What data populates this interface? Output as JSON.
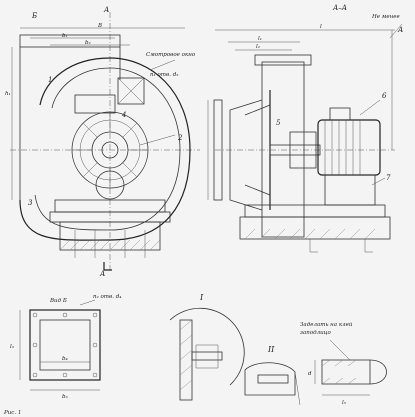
{
  "labels": {
    "section_e": "Б",
    "dim_a_top": "А",
    "dim_b_top": "В",
    "dim_b1": "b₁",
    "dim_b2": "b₂",
    "callout_window": "Смотровое окно",
    "callout_holes": "n₁ отв. d₃",
    "dim_h1": "h₁",
    "num_1": "1",
    "num_2": "2",
    "num_3": "3",
    "num_4": "4",
    "num_5": "5",
    "num_6": "6",
    "num_7": "7",
    "section_aa": "А–А",
    "rotated_label": "Не менее",
    "dim_a_right": "А",
    "dim_l1": "l₁",
    "dim_l2": "l₂",
    "dim_l": "l",
    "view_b": "Вид Б",
    "holes_b": "n₂ отв. d₄",
    "dim_l3": "l₃",
    "dim_b3": "b₃",
    "dim_b4": "b₄",
    "detail_i": "I",
    "detail_ii": "II",
    "detail_seal": "Заделать на клей",
    "detail_seal2": "заподлицо",
    "dim_d": "d",
    "dim_l5": "l₅",
    "caption": "Рис. 1"
  },
  "colors": {
    "ink": "#333333",
    "paper": "#f4f4f4"
  }
}
